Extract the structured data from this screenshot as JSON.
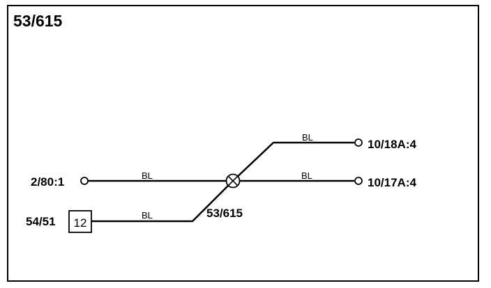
{
  "diagram": {
    "title": "53/615",
    "splice_label": "53/615",
    "connectors": {
      "left_top": "2/80:1",
      "left_bottom": "54/51",
      "left_bottom_box": "12",
      "right_top": "10/18A:4",
      "right_bottom": "10/17A:4"
    },
    "wire_colors": {
      "upper_right": "BL",
      "lower_right": "BL",
      "upper_left": "BL",
      "lower_left": "BL"
    }
  }
}
